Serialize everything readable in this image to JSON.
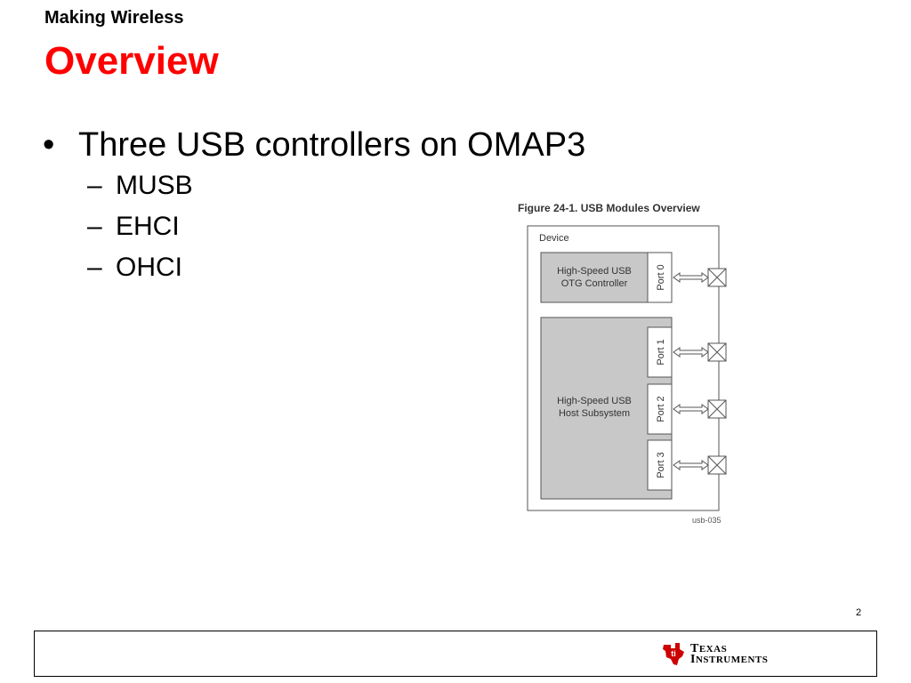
{
  "slide": {
    "kicker": "Making Wireless",
    "title": "Overview",
    "title_color": "#ff0000",
    "bullets": [
      {
        "text": "Three USB controllers on OMAP3",
        "subs": [
          "MUSB",
          "EHCI",
          "OHCI"
        ]
      }
    ],
    "page_number": "2"
  },
  "figure": {
    "caption": "Figure 24-1. USB Modules Overview",
    "device_label": "Device",
    "otg_block": {
      "line1": "High-Speed USB",
      "line2": "OTG Controller"
    },
    "host_block": {
      "line1": "High-Speed USB",
      "line2": "Host Subsystem"
    },
    "ports": [
      "Port 0",
      "Port 1",
      "Port 2",
      "Port 3"
    ],
    "figure_id": "usb-035",
    "block_fill": "#c8c8c8"
  },
  "logo": {
    "icon": "ti-state-logo-icon",
    "color": "#cc0000",
    "line1_cap": "T",
    "line1_rest": "EXAS",
    "line2_cap": "I",
    "line2_rest": "NSTRUMENTS"
  }
}
